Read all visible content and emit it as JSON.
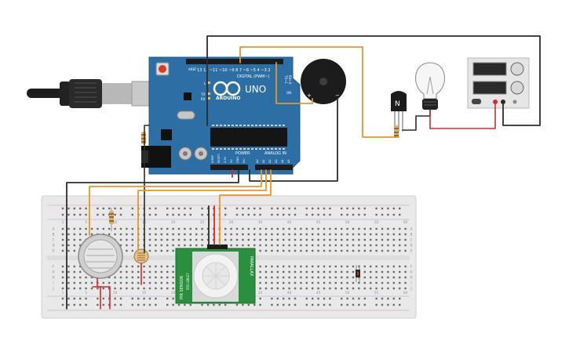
{
  "arduino": {
    "brand": "ARDUINO",
    "model": "UNO",
    "digital_label": "DIGITAL (PWM~)",
    "power_label": "POWER",
    "analog_label": "ANALOG IN",
    "ioref": "IOREF",
    "aref": "AREF",
    "gnd": "GND",
    "reset": "RESET",
    "v33": "3.3V",
    "v5": "5V",
    "vin": "Vin",
    "pin_a0": "A0",
    "pin_a1": "A1",
    "pin_a2": "A2",
    "pin_a3": "A3",
    "pin_a4": "A4",
    "pin_a5": "A5",
    "led_l": "L",
    "led_tx": "TX",
    "led_rx": "RX",
    "led_on": "ON",
    "pin_tx": "TX→1",
    "pin_rx": "RX←0",
    "pins_top": "13 12 ~11 ~10 ~9 8   7 ~6 ~5 4 ~3 2"
  },
  "buzzer": {
    "plus": "+",
    "minus": "−"
  },
  "transistor": {
    "label": "N"
  },
  "pir": {
    "left_text": "PIR SENSOR",
    "right_text": "PARALLAX",
    "model_text": "555-28027"
  },
  "breadboard": {
    "col_labels": [
      "1",
      "5",
      "10",
      "15",
      "20",
      "25",
      "30",
      "35",
      "40",
      "45",
      "50",
      "55",
      "60"
    ],
    "row_labels_top": [
      "A",
      "B",
      "C",
      "D",
      "E"
    ],
    "row_labels_bottom": [
      "F",
      "G",
      "H",
      "I",
      "J"
    ]
  },
  "colors": {
    "board": "#2d6ea5",
    "wire_orange": "#e8952a",
    "wire_black": "#2c2c2c",
    "wire_red": "#d62a2a",
    "breadboard": "#e9e9e9",
    "pir_board": "#2a8f3e"
  }
}
